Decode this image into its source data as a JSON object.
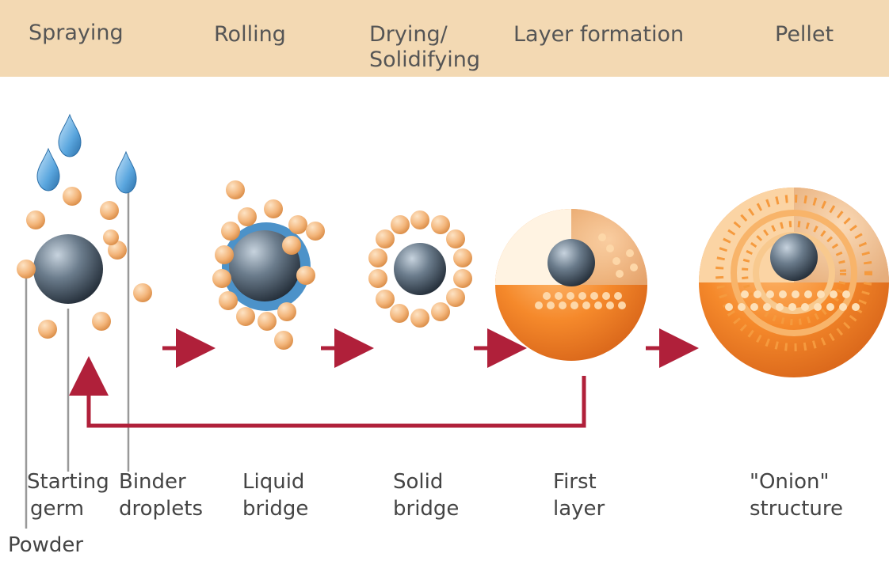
{
  "stages": {
    "spraying": "Spraying",
    "rolling": "Rolling",
    "drying_1": "Drying/",
    "drying_2": "Solidifying",
    "layer_formation": "Layer formation",
    "pellet": "Pellet"
  },
  "labels": {
    "starting_germ_1": "Starting",
    "starting_germ_2": "germ",
    "binder_1": "Binder",
    "binder_2": "droplets",
    "liquid_1": "Liquid",
    "liquid_2": "bridge",
    "solid_1": "Solid",
    "solid_2": "bridge",
    "first_1": "First",
    "first_2": "layer",
    "onion_1": "\"Onion\"",
    "onion_2": "structure",
    "powder": "Powder"
  },
  "colors": {
    "header_band": "#f3d9b3",
    "arrow": "#b0203a",
    "germ": "#4a5a6a",
    "powder_particle": "#f0b67e",
    "droplet": "#5aa6de",
    "pellet_orange": "#f08a2e"
  }
}
